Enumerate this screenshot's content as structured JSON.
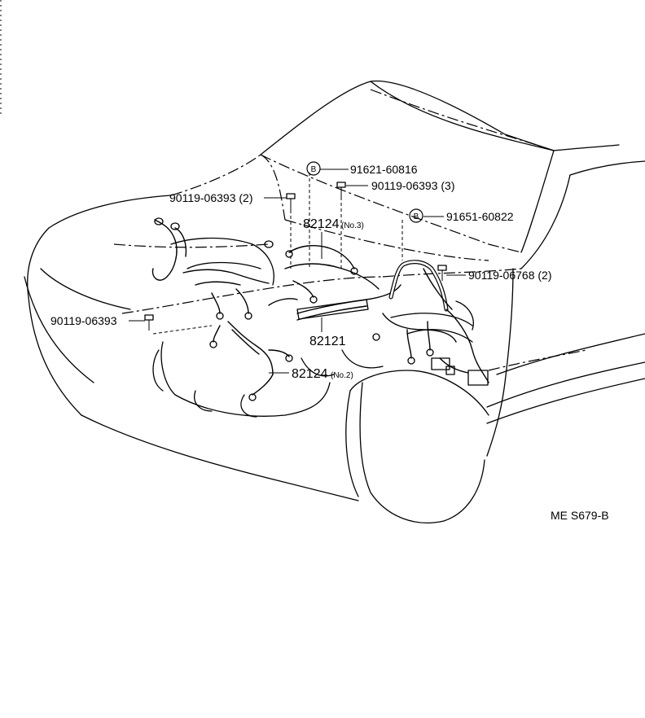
{
  "callouts": {
    "bolt_b_top": "91621-60816",
    "bolt_b_top_marker": "B",
    "bolt_3": "90119-06393 (3)",
    "bolt_2_left": "90119-06393 (2)",
    "harness_no3_part": "82124",
    "harness_no3_suffix": "(No.3)",
    "bolt_b_right": "91651-60822",
    "bolt_b_right_marker": "B",
    "bolt_768": "90119-06768 (2)",
    "bolt_left_single": "90119-06393",
    "harness_main": "82121",
    "harness_no2_part": "82124",
    "harness_no2_suffix": "(No.2)"
  },
  "figure_code": "ME S679-B"
}
